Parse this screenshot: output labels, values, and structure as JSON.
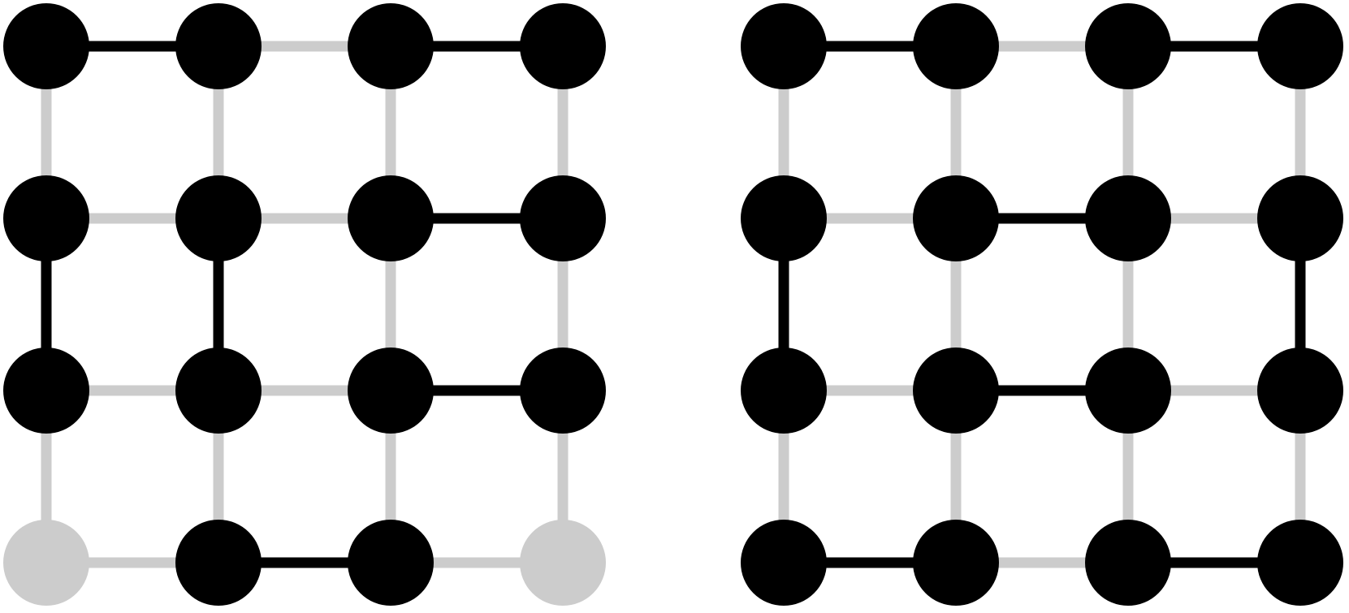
{
  "colors": {
    "background": "#ffffff",
    "active": "#000000",
    "inactive": "#cccccc"
  },
  "grids": [
    {
      "id": "left",
      "rows": 4,
      "cols": 4,
      "inactive_nodes": [
        [
          3,
          0
        ],
        [
          3,
          3
        ]
      ],
      "h_edges_active": [
        [
          0,
          0
        ],
        [
          0,
          2
        ],
        [
          1,
          2
        ],
        [
          2,
          2
        ],
        [
          3,
          1
        ]
      ],
      "v_edges_active": [
        [
          1,
          0
        ],
        [
          1,
          1
        ]
      ]
    },
    {
      "id": "right",
      "rows": 4,
      "cols": 4,
      "inactive_nodes": [],
      "h_edges_active": [
        [
          0,
          0
        ],
        [
          0,
          2
        ],
        [
          1,
          1
        ],
        [
          2,
          1
        ],
        [
          3,
          0
        ],
        [
          3,
          2
        ]
      ],
      "v_edges_active": [
        [
          1,
          0
        ],
        [
          1,
          3
        ]
      ]
    }
  ]
}
